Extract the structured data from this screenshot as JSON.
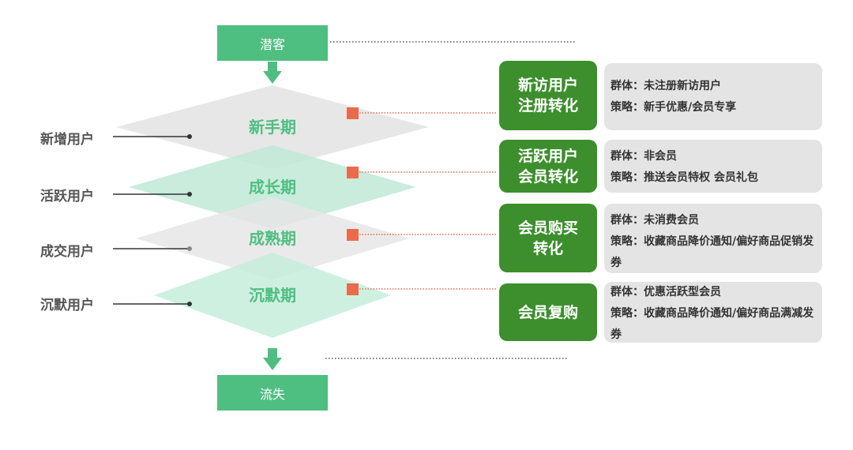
{
  "top_box": "潜客",
  "bottom_box": "流失",
  "stages": [
    {
      "label": "新手期",
      "user": "新增用户"
    },
    {
      "label": "成长期",
      "user": "活跃用户"
    },
    {
      "label": "成熟期",
      "user": "成交用户"
    },
    {
      "label": "沉默期",
      "user": "沉默用户"
    }
  ],
  "conversions": [
    {
      "lines": [
        "新访用户",
        "注册转化"
      ],
      "group": "群体：未注册新访用户",
      "strategy": "策略：新手优惠/会员专享"
    },
    {
      "lines": [
        "活跃用户",
        "会员转化"
      ],
      "group": "群体：非会员",
      "strategy": "策略：推送会员特权 会员礼包"
    },
    {
      "lines": [
        "会员购买",
        "转化"
      ],
      "group": "群体：未消费会员",
      "strategy": "策略：收藏商品降价通知/偏好商品促销发券"
    },
    {
      "lines": [
        "会员复购"
      ],
      "group": "群体：优惠活跃型会员",
      "strategy": "策略：收藏商品降价通知/偏好商品满减发券"
    }
  ],
  "colors": {
    "green_box": "#4fbf81",
    "dark_green": "#3c8f2c",
    "diamond_gray": "#e9e9e9",
    "diamond_green": "#c6eddc",
    "marker": "#ea6a4c",
    "card_bg": "#e4e4e4"
  }
}
